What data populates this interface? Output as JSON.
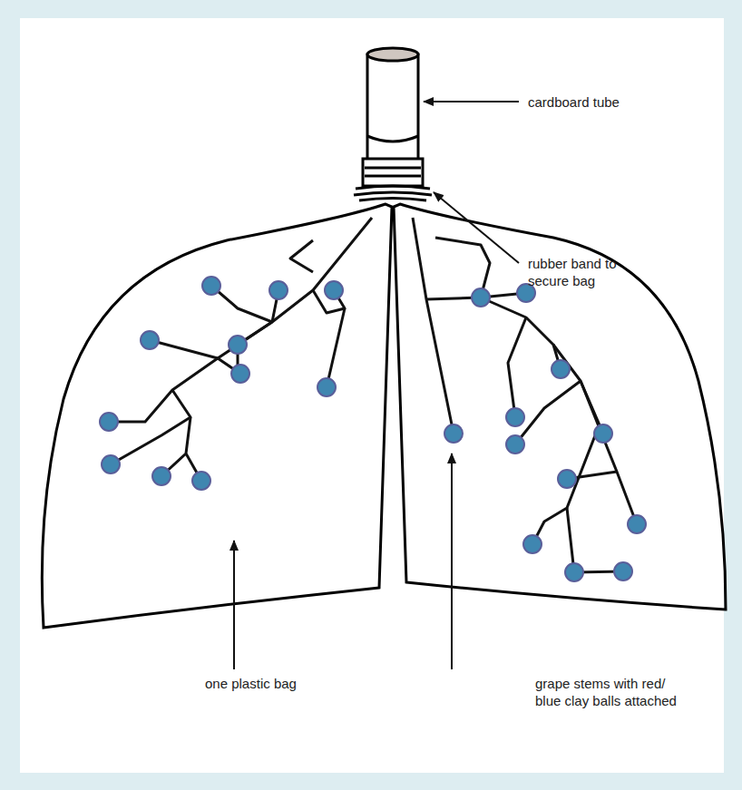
{
  "diagram": {
    "labels": [
      "cardboard tube",
      "rubber band to secure bag",
      "one plastic bag",
      "grape stems with red/ blue clay balls attached"
    ]
  }
}
